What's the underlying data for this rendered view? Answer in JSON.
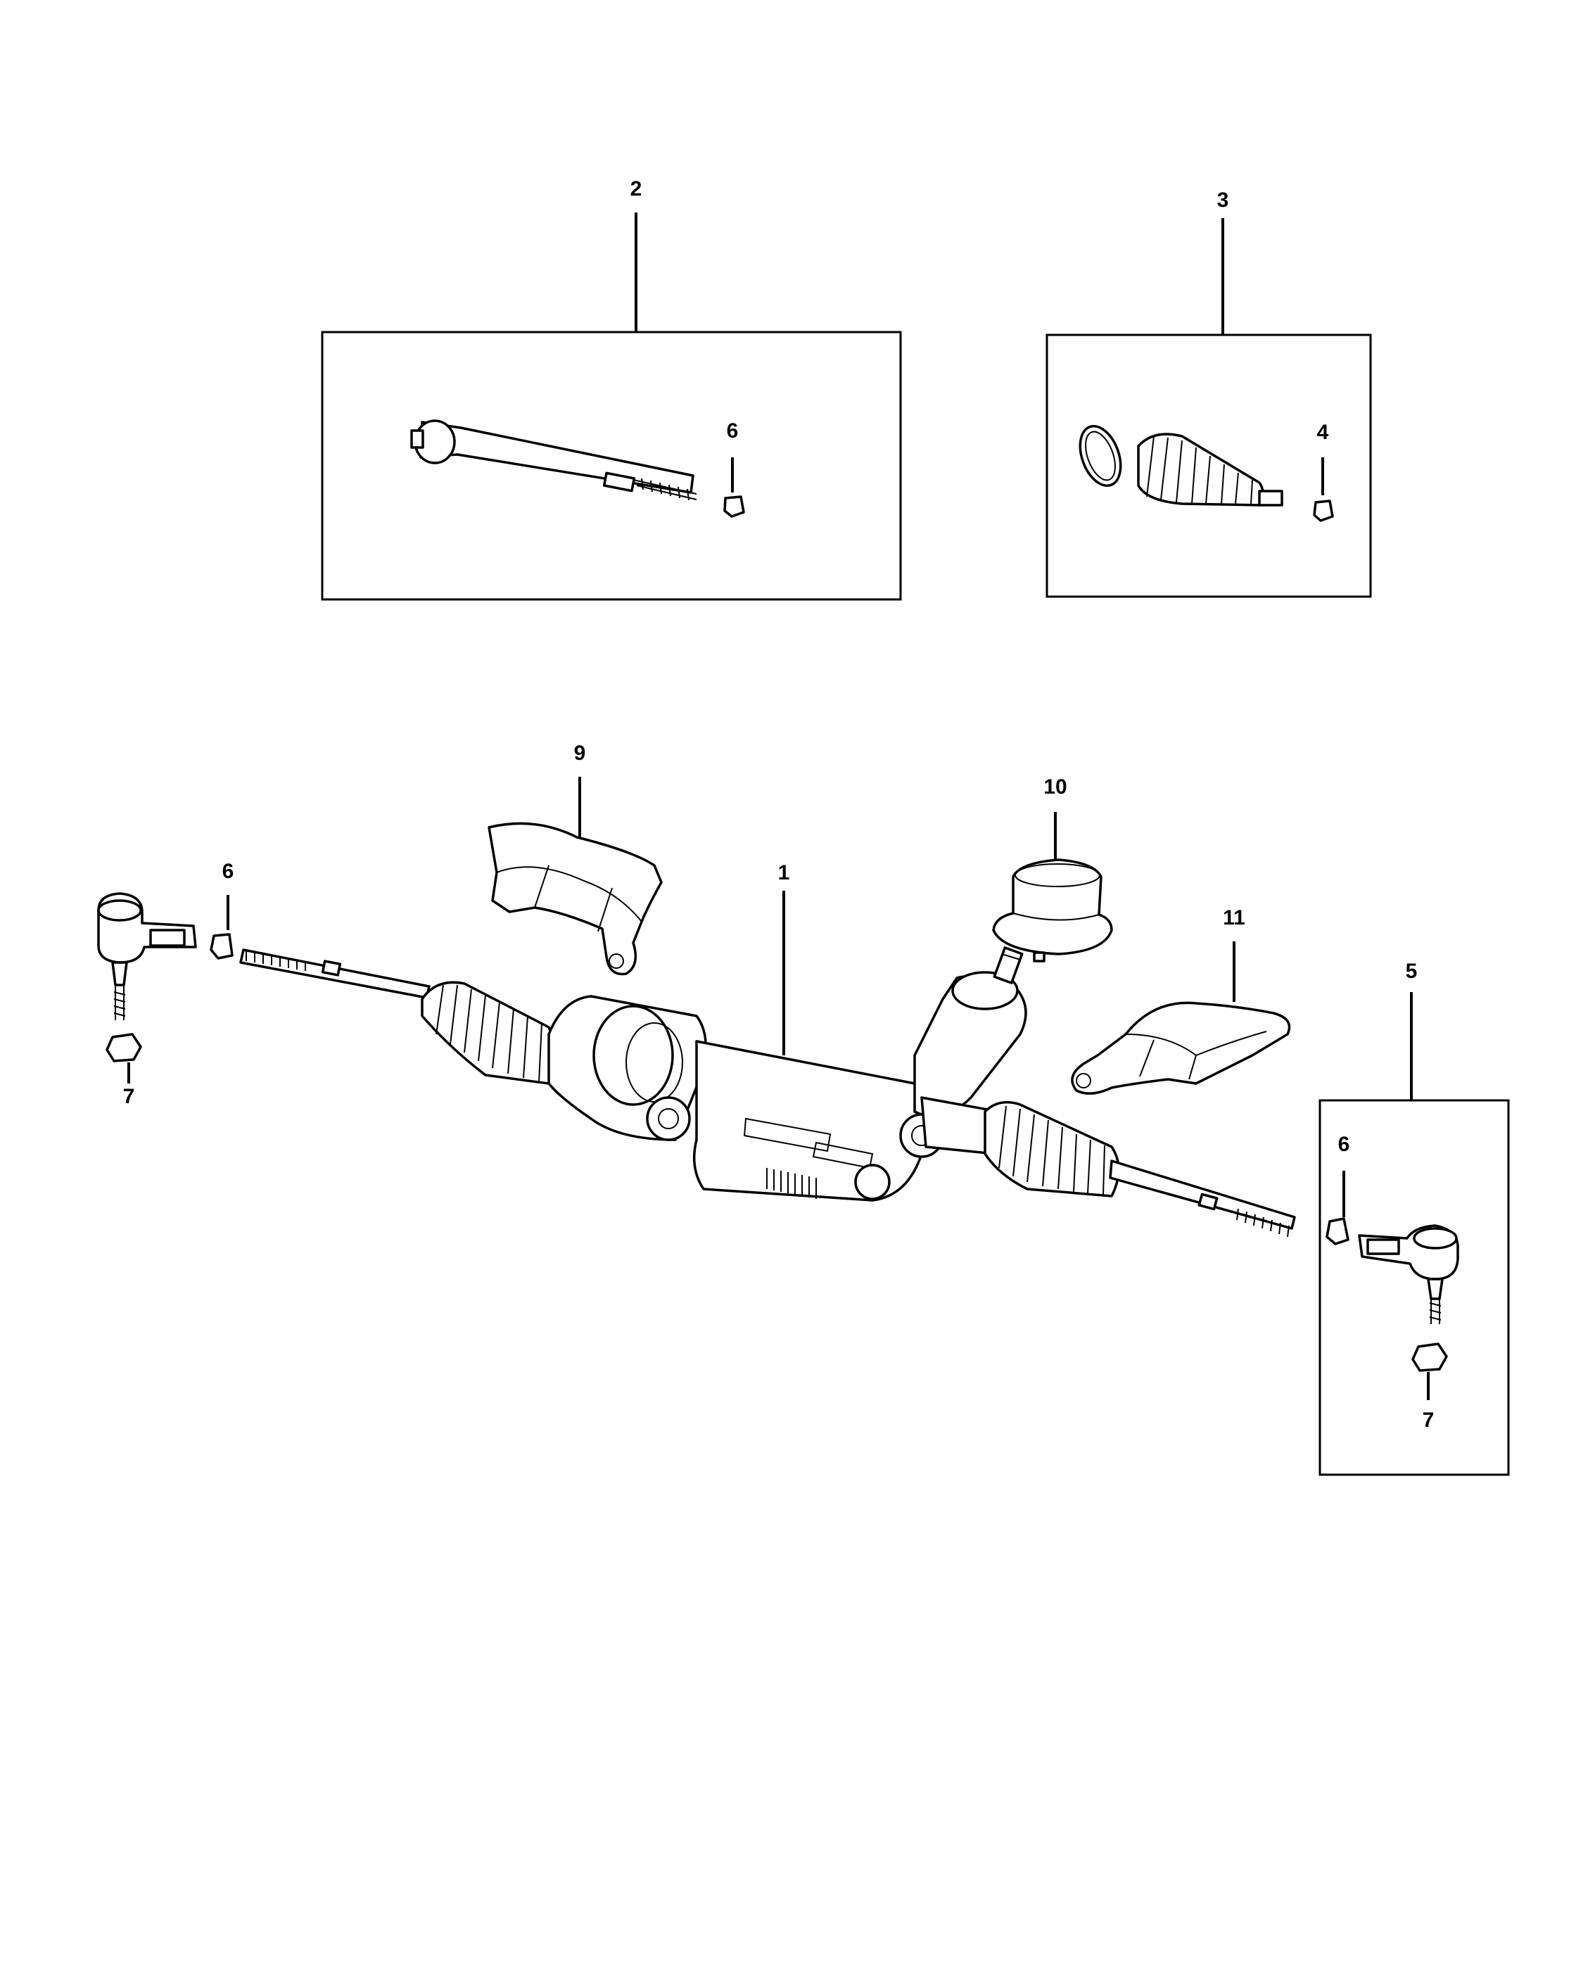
{
  "callouts": {
    "c1": "1",
    "c2": "2",
    "c3": "3",
    "c4": "4",
    "c5": "5",
    "c6a": "6",
    "c6b": "6",
    "c6c": "6",
    "c7a": "7",
    "c7b": "7",
    "c9": "9",
    "c10": "10",
    "c11": "11"
  }
}
